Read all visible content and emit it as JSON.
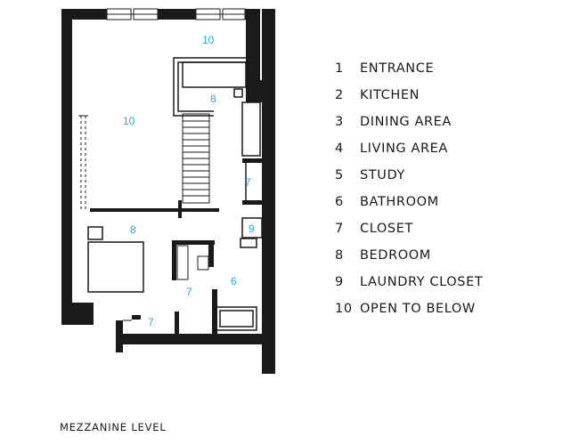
{
  "legend": [
    {
      "num": "1",
      "label": "ENTRANCE"
    },
    {
      "num": "2",
      "label": "KITCHEN"
    },
    {
      "num": "3",
      "label": "DINING AREA"
    },
    {
      "num": "4",
      "label": "LIVING AREA"
    },
    {
      "num": "5",
      "label": "STUDY"
    },
    {
      "num": "6",
      "label": "BATHROOM"
    },
    {
      "num": "7",
      "label": "CLOSET"
    },
    {
      "num": "8",
      "label": "BEDROOM"
    },
    {
      "num": "9",
      "label": "LAUNDRY CLOSET"
    },
    {
      "num": "10",
      "label": "OPEN TO BELOW"
    }
  ],
  "plan_labels": {
    "open_top": "10",
    "open_left": "10",
    "bedroom_top": "8",
    "bedroom_main": "8",
    "closet_right": "7",
    "laundry": "9",
    "bathroom": "6",
    "closet_center": "7",
    "closet_bottom": "7"
  },
  "caption": "MEZZANINE LEVEL",
  "colors": {
    "wall": "#1a1a1a",
    "label": "#2aa7d6",
    "text": "#1a1a1a"
  }
}
